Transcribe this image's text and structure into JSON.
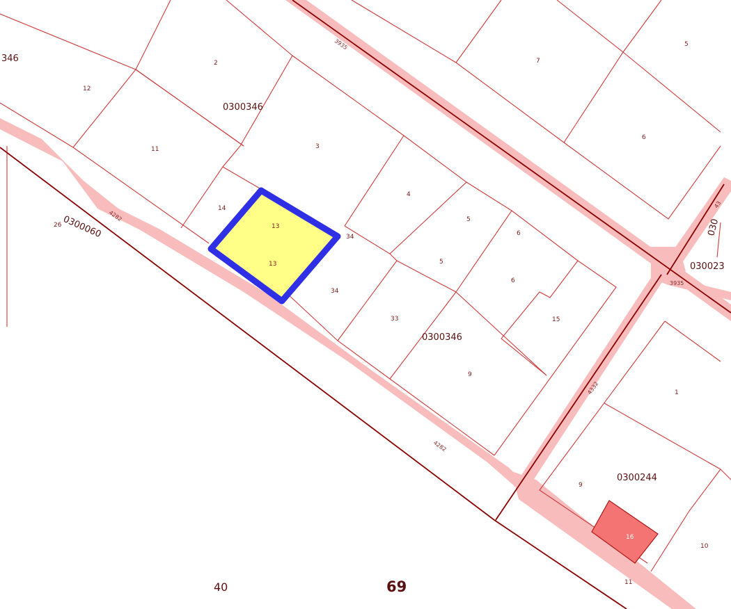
{
  "map": {
    "colors": {
      "road_fill": "#f8bcbc",
      "parcel_line": "#d13a3a",
      "major_line": "#8b0000",
      "highlight_fill": "#ffff88",
      "highlight_border": "#2f2fe6",
      "red_parcel_fill": "#f47474",
      "red_parcel_border": "#b01818"
    },
    "parcel_labels": {
      "p346_left": "346",
      "p12": "12",
      "p2": "2",
      "p11": "11",
      "p3": "3",
      "p14": "14",
      "p13_top": "13",
      "p13_bottom": "13",
      "p34_top": "34",
      "p34": "34",
      "p4": "4",
      "p5_a": "5",
      "p5_b": "5",
      "p6_a": "6",
      "p6_b": "6",
      "p33": "33",
      "p15": "15",
      "p9": "9",
      "p7": "7",
      "p5_right": "5",
      "p6_right": "6",
      "p1": "1",
      "p9_right": "9",
      "p16": "16",
      "p10": "10",
      "p11_bottom": "11",
      "p26": "26"
    },
    "block_labels": {
      "b0300346_top": "0300346",
      "b0300346_mid": "0300346",
      "b0300060": "0300060",
      "b0300244": "0300244",
      "b03002x": "030023",
      "b030_top_right": "030"
    },
    "road_labels": {
      "r3935_top": "3935",
      "r3935_right": "3935",
      "r4282_left": "4282",
      "r4282_bottom": "4282",
      "r4332": "4332",
      "r4332_top": "43"
    },
    "bottom_labels": {
      "n40": "40",
      "n69": "69"
    }
  }
}
